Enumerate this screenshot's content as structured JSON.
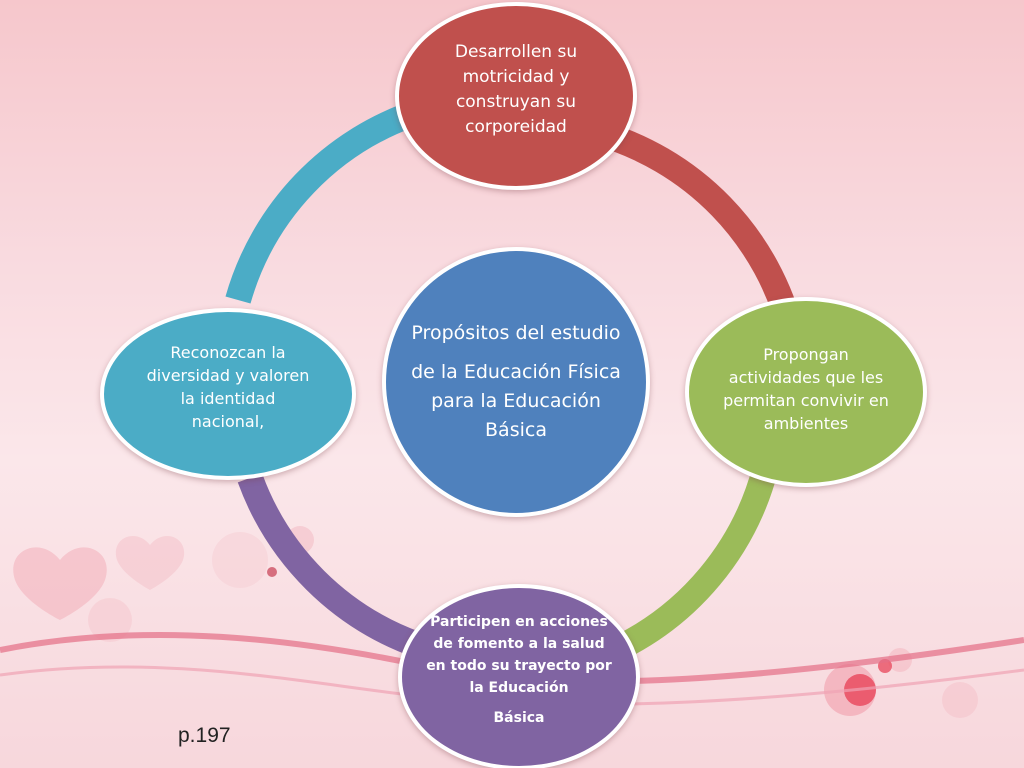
{
  "diagram": {
    "center": {
      "line1": "Propósitos del estudio",
      "line2": "de la Educación Física para la Educación Básica"
    },
    "top": {
      "text": "Desarrollen su motricidad y construyan su corporeidad"
    },
    "right": {
      "text": "Propongan actividades que les permitan convivir en ambientes"
    },
    "bottom": {
      "line1": "Participen en acciones de fomento a la salud en todo su trayecto por la Educación",
      "line2": "Básica"
    },
    "left": {
      "text": "Reconozcan la diversidad y valoren la identidad nacional,"
    },
    "ring_colors": {
      "top_right": "#c0504d",
      "right_bottom": "#9bbb59",
      "bottom_left": "#8064a2",
      "left_top": "#4bacc6"
    }
  },
  "footer": {
    "page_ref": "p.197"
  }
}
